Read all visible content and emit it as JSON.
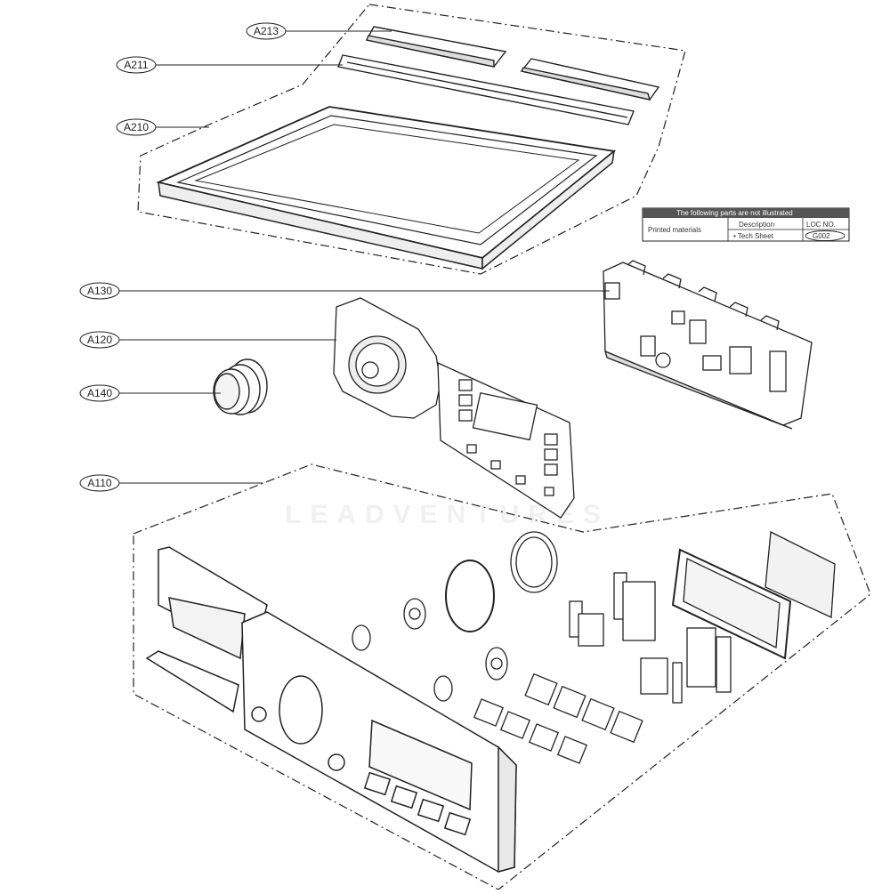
{
  "callouts": {
    "a213": "A213",
    "a211": "A211",
    "a210": "A210",
    "a130": "A130",
    "a120": "A120",
    "a140": "A140",
    "a110": "A110"
  },
  "info_table": {
    "header": "The following parts are not illustrated",
    "row_label": "Printed materials",
    "col_description": "Description",
    "col_loc": "LOC NO.",
    "item_description": "• Tech Sheet",
    "item_loc": "G002"
  },
  "watermark": "LEADVENTURES",
  "colors": {
    "line": "#222222",
    "table_header": "#555555",
    "panel_fill": "#e9e9e9"
  }
}
